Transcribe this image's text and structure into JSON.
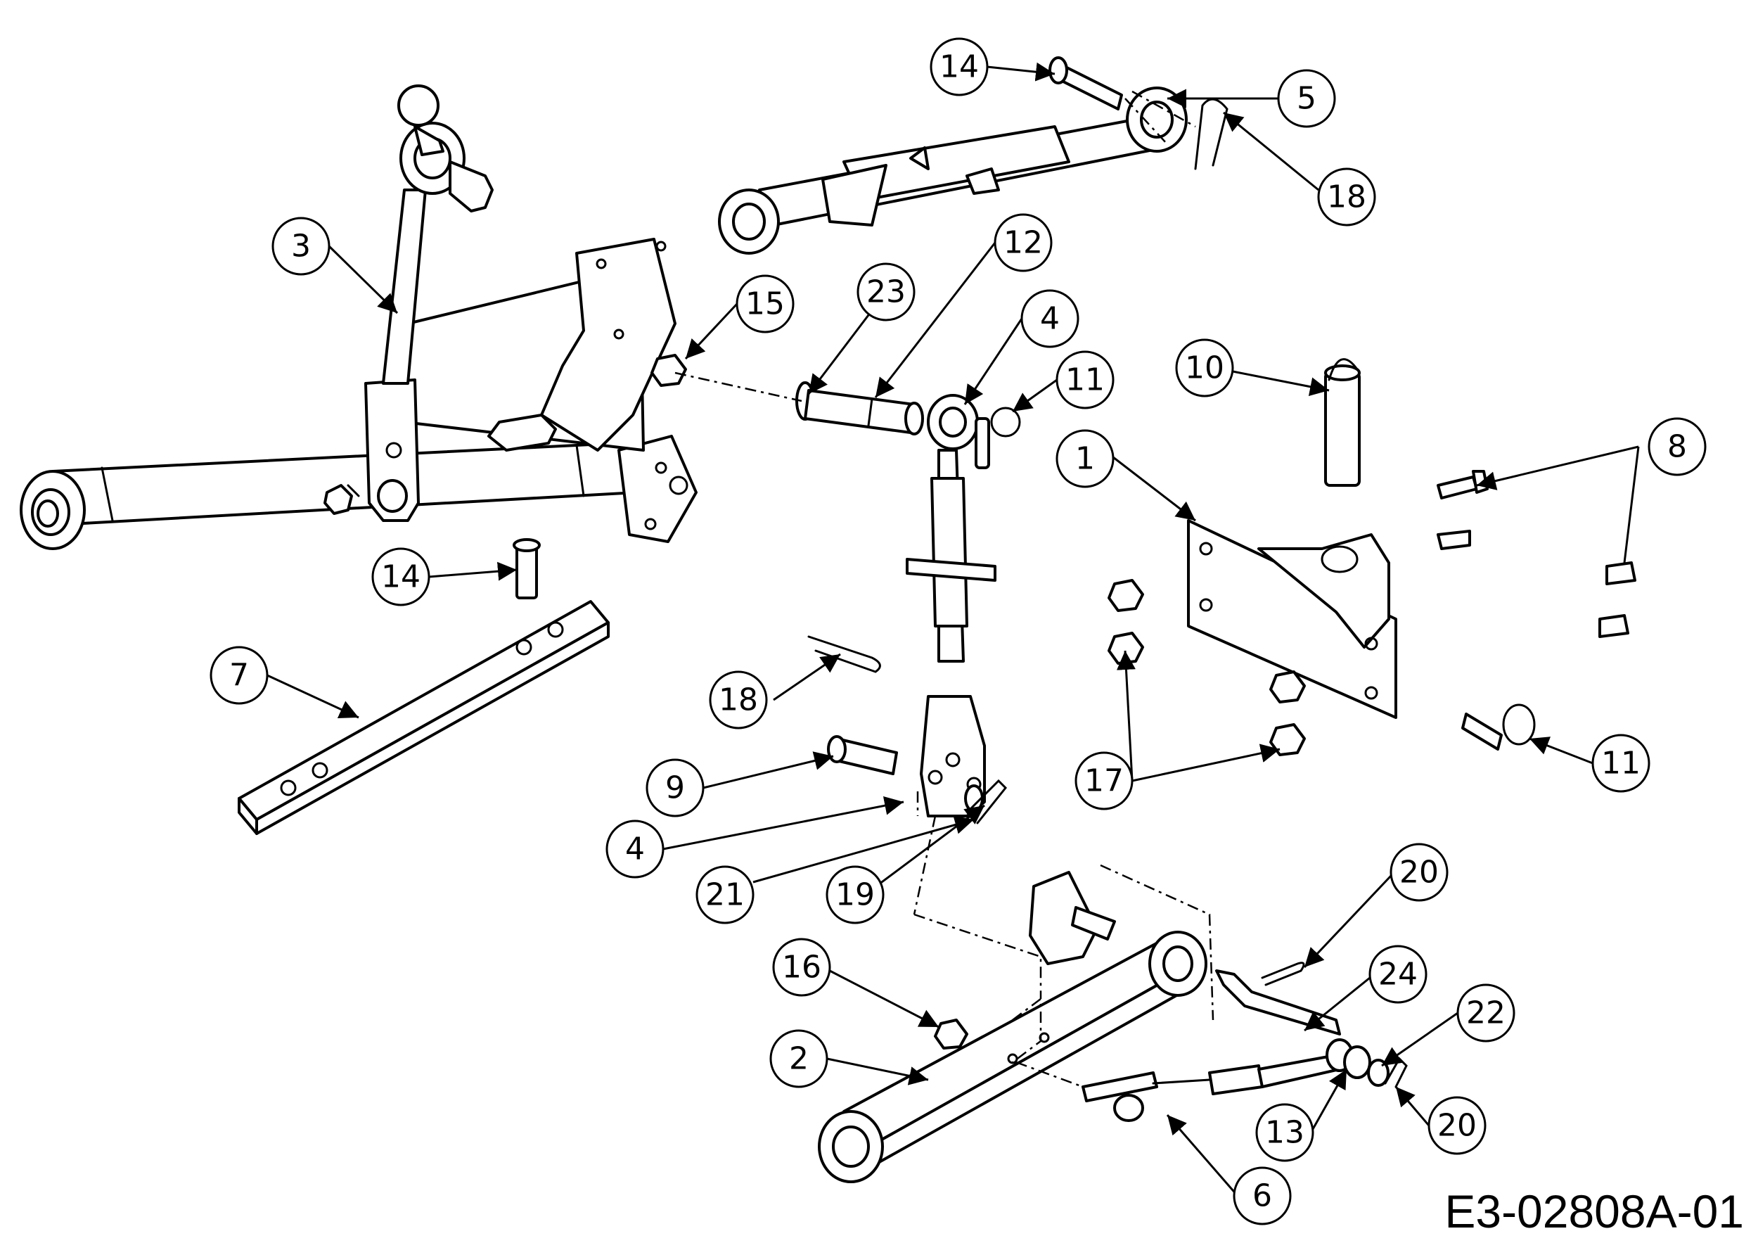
{
  "drawing_code": "E3-02808A-01",
  "callouts": [
    {
      "id": "c14a",
      "label": "14"
    },
    {
      "id": "c5",
      "label": "5"
    },
    {
      "id": "c18a",
      "label": "18"
    },
    {
      "id": "c3",
      "label": "3"
    },
    {
      "id": "c12",
      "label": "12"
    },
    {
      "id": "c23",
      "label": "23"
    },
    {
      "id": "c15",
      "label": "15"
    },
    {
      "id": "c4a",
      "label": "4"
    },
    {
      "id": "c11a",
      "label": "11"
    },
    {
      "id": "c10",
      "label": "10"
    },
    {
      "id": "c1",
      "label": "1"
    },
    {
      "id": "c8",
      "label": "8"
    },
    {
      "id": "c14b",
      "label": "14"
    },
    {
      "id": "c7",
      "label": "7"
    },
    {
      "id": "c18b",
      "label": "18"
    },
    {
      "id": "c9",
      "label": "9"
    },
    {
      "id": "c17",
      "label": "17"
    },
    {
      "id": "c11b",
      "label": "11"
    },
    {
      "id": "c4b",
      "label": "4"
    },
    {
      "id": "c21",
      "label": "21"
    },
    {
      "id": "c19",
      "label": "19"
    },
    {
      "id": "c20a",
      "label": "20"
    },
    {
      "id": "c16",
      "label": "16"
    },
    {
      "id": "c24",
      "label": "24"
    },
    {
      "id": "c22",
      "label": "22"
    },
    {
      "id": "c2",
      "label": "2"
    },
    {
      "id": "c13",
      "label": "13"
    },
    {
      "id": "c20b",
      "label": "20"
    },
    {
      "id": "c6",
      "label": "6"
    }
  ]
}
